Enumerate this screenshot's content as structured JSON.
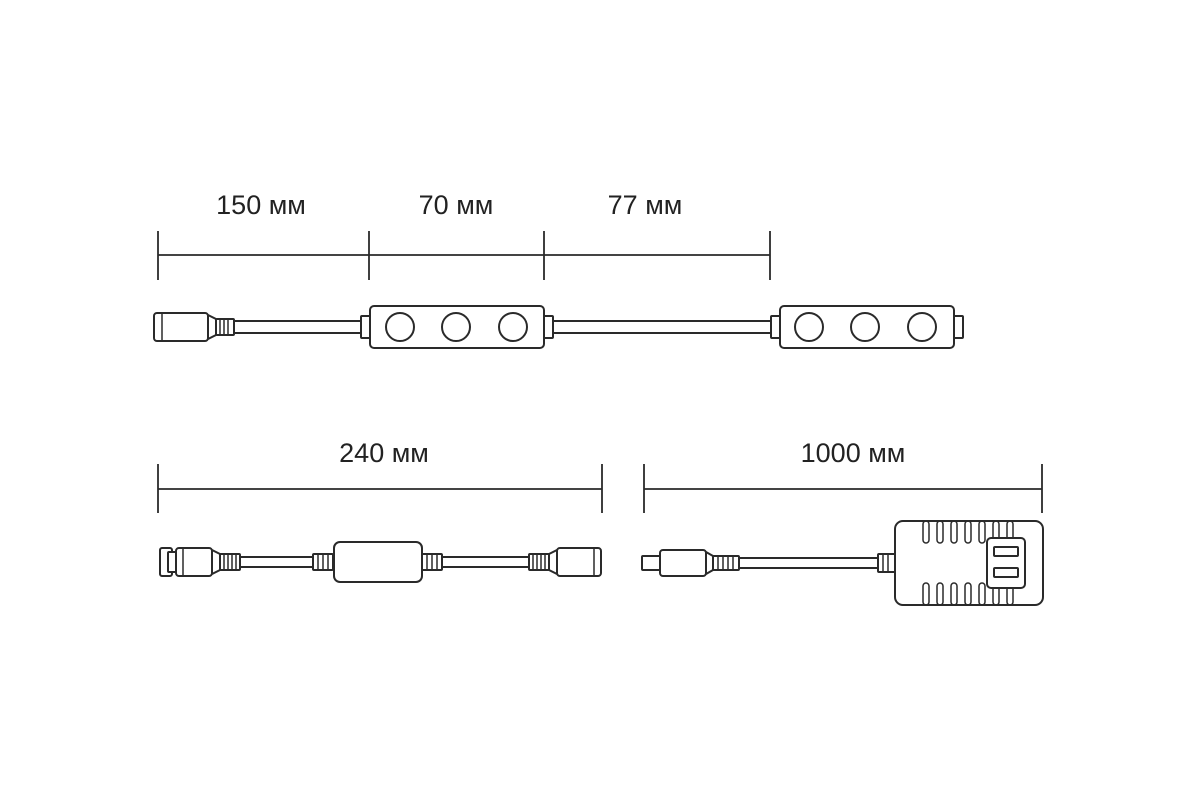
{
  "colors": {
    "stroke": "#2a2a2a",
    "text": "#222222",
    "background": "#ffffff"
  },
  "dimensions": {
    "seg1": "150 мм",
    "seg2": "70 мм",
    "seg3": "77 мм",
    "controller_cable": "240 мм",
    "power_cable": "1000 мм"
  }
}
